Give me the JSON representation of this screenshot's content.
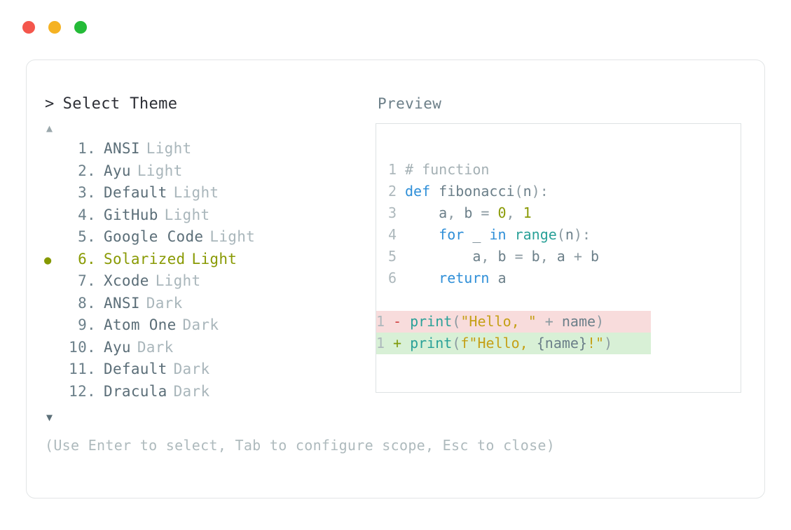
{
  "window": {
    "traffic_lights": [
      {
        "name": "close",
        "color": "#f4564c"
      },
      {
        "name": "minimize",
        "color": "#f5b223"
      },
      {
        "name": "maximize",
        "color": "#24bb38"
      }
    ]
  },
  "picker": {
    "caret": ">",
    "title": "Select Theme",
    "scroll_up_icon": "▲",
    "scroll_down_icon": "▼",
    "selected_bullet": "●",
    "selected_index": 6,
    "accent_color": "#899a04",
    "items": [
      {
        "index": "1.",
        "name": "ANSI",
        "variant": "Light",
        "selected": false
      },
      {
        "index": "2.",
        "name": "Ayu",
        "variant": "Light",
        "selected": false
      },
      {
        "index": "3.",
        "name": "Default",
        "variant": "Light",
        "selected": false
      },
      {
        "index": "4.",
        "name": "GitHub",
        "variant": "Light",
        "selected": false
      },
      {
        "index": "5.",
        "name": "Google Code",
        "variant": "Light",
        "selected": false
      },
      {
        "index": "6.",
        "name": "Solarized",
        "variant": "Light",
        "selected": true
      },
      {
        "index": "7.",
        "name": "Xcode",
        "variant": "Light",
        "selected": false
      },
      {
        "index": "8.",
        "name": "ANSI",
        "variant": "Dark",
        "selected": false
      },
      {
        "index": "9.",
        "name": "Atom One",
        "variant": "Dark",
        "selected": false
      },
      {
        "index": "10.",
        "name": "Ayu",
        "variant": "Dark",
        "selected": false
      },
      {
        "index": "11.",
        "name": "Default",
        "variant": "Dark",
        "selected": false
      },
      {
        "index": "12.",
        "name": "Dracula",
        "variant": "Dark",
        "selected": false
      }
    ],
    "hint": "(Use Enter to select, Tab to configure scope, Esc to close)"
  },
  "preview": {
    "label": "Preview",
    "code_lines": [
      {
        "no": "1",
        "text": "# function"
      },
      {
        "no": "2",
        "text": "def fibonacci(n):"
      },
      {
        "no": "3",
        "text": "    a, b = 0, 1"
      },
      {
        "no": "4",
        "text": "    for _ in range(n):"
      },
      {
        "no": "5",
        "text": "        a, b = b, a + b"
      },
      {
        "no": "6",
        "text": "    return a"
      }
    ],
    "diff": [
      {
        "no": "1",
        "marker": "-",
        "text": "print(\"Hello, \" + name)",
        "kind": "minus"
      },
      {
        "no": "1",
        "marker": "+",
        "text": "print(f\"Hello, {name}!\")",
        "kind": "plus"
      }
    ]
  }
}
